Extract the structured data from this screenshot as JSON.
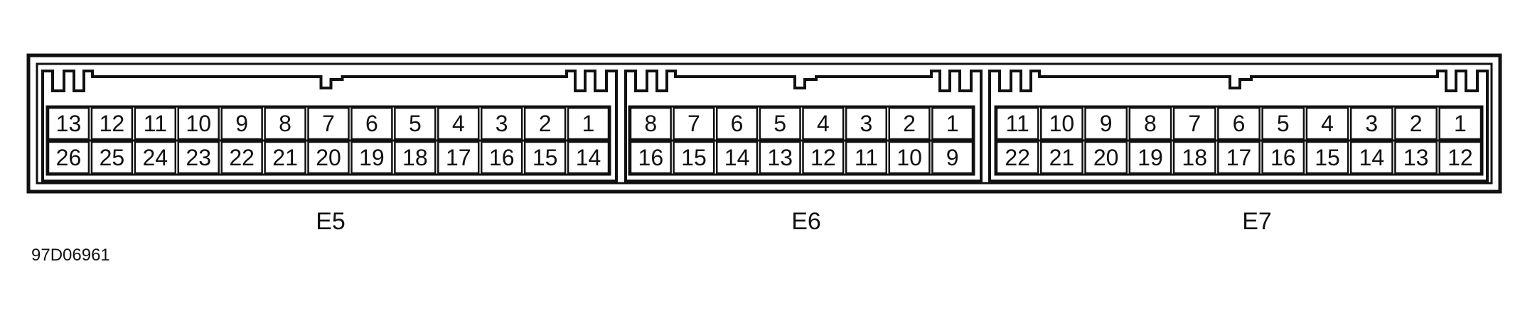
{
  "connectors": [
    {
      "label": "E5",
      "top_row": [
        "13",
        "12",
        "11",
        "10",
        "9",
        "8",
        "7",
        "6",
        "5",
        "4",
        "3",
        "2",
        "1"
      ],
      "bottom_row": [
        "26",
        "25",
        "24",
        "23",
        "22",
        "21",
        "20",
        "19",
        "18",
        "17",
        "16",
        "15",
        "14"
      ]
    },
    {
      "label": "E6",
      "top_row": [
        "8",
        "7",
        "6",
        "5",
        "4",
        "3",
        "2",
        "1"
      ],
      "bottom_row": [
        "16",
        "15",
        "14",
        "13",
        "12",
        "11",
        "10",
        "9"
      ]
    },
    {
      "label": "E7",
      "top_row": [
        "11",
        "10",
        "9",
        "8",
        "7",
        "6",
        "5",
        "4",
        "3",
        "2",
        "1"
      ],
      "bottom_row": [
        "22",
        "21",
        "20",
        "19",
        "18",
        "17",
        "16",
        "15",
        "14",
        "13",
        "12"
      ]
    }
  ],
  "figure_code": "97D06961",
  "colors": {
    "line": "#111111",
    "background": "#ffffff"
  }
}
